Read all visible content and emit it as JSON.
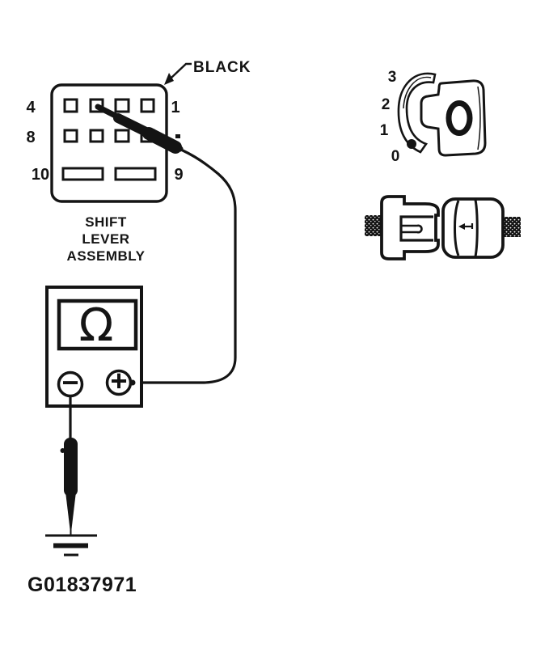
{
  "figure": {
    "id": "G01837971"
  },
  "shift_lever_connector": {
    "color_label": "BLACK",
    "title_lines": [
      "SHIFT",
      "LEVER",
      "ASSEMBLY"
    ],
    "pin_labels": {
      "left": [
        "4",
        "8",
        "10"
      ],
      "right_top": "1",
      "right_bottom": "9"
    }
  },
  "ohmmeter": {
    "display_symbol": "Ω",
    "negative_terminal": "−",
    "positive_terminal": "+"
  },
  "position_indicator": {
    "scale_labels": [
      "3",
      "2",
      "1",
      "0"
    ]
  },
  "colors": {
    "ink": "#141414",
    "background": "#ffffff"
  }
}
